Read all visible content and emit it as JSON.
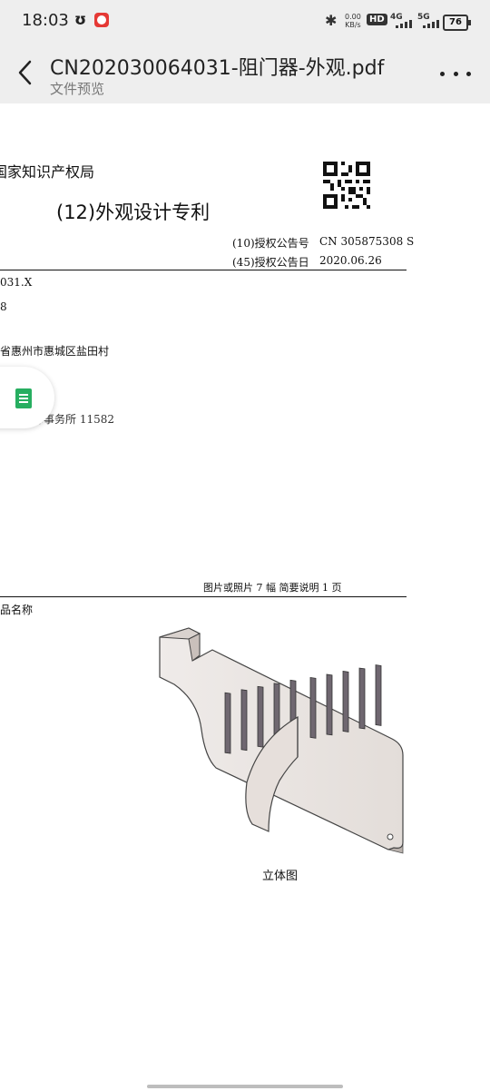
{
  "status_bar": {
    "time": "18:03",
    "speed_value": "0.00",
    "speed_unit": "KB/s",
    "hd_label": "HD",
    "sim1_label": "4G",
    "sim2_label": "5G",
    "battery": "76"
  },
  "app_bar": {
    "title": "CN202030064031-阻门器-外观.pdf",
    "subtitle": "文件预览"
  },
  "document": {
    "office_name": "国家知识产权局",
    "patent_type": "(12)外观设计专利",
    "pub_no_label": "(10)授权公告号",
    "pub_no_value": "CN 305875308 S",
    "pub_date_label": "(45)授权公告日",
    "pub_date_value": "2020.06.26",
    "app_no_fragment": "031.X",
    "date_fragment": "8",
    "address_fragment": "省惠州市惠城区盐田村",
    "agency_fragment": "久浩律师事务所 11582",
    "figures_summary": "图片或照片 7 幅  简要说明 1 页",
    "product_name_label": "品名称",
    "figure_caption": "立体图"
  },
  "colors": {
    "bar_bg": "#eeeeee",
    "accent_green": "#27ae60"
  }
}
